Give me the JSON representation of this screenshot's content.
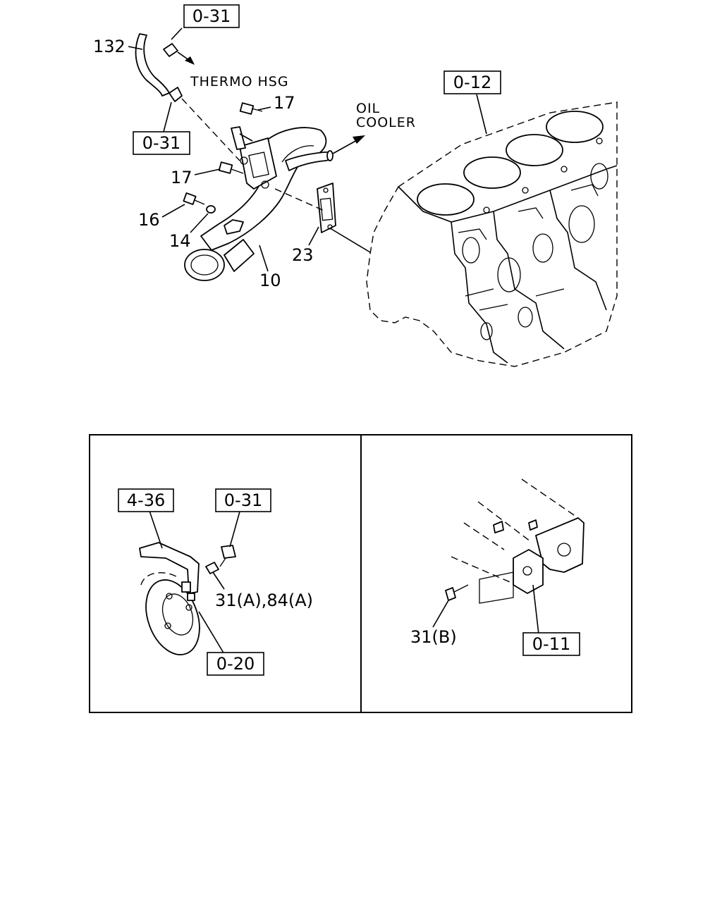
{
  "top_view": {
    "refs": [
      {
        "id": "ref_0_31_top",
        "text": "0-31"
      },
      {
        "id": "ref_0_31_mid",
        "text": "0-31"
      },
      {
        "id": "ref_0_12",
        "text": "0-12"
      }
    ],
    "parts": [
      "132",
      "17",
      "17",
      "16",
      "14",
      "10",
      "23"
    ],
    "captions": {
      "thermo": "THERMO HSG",
      "oil_line1": "OIL",
      "oil_line2": "COOLER"
    }
  },
  "detail_left": {
    "ref_a": "4-36",
    "ref_b": "0-31",
    "ref_c": "0-20",
    "part": "31(A),84(A)"
  },
  "detail_right": {
    "ref": "0-11",
    "part": "31(B)"
  }
}
